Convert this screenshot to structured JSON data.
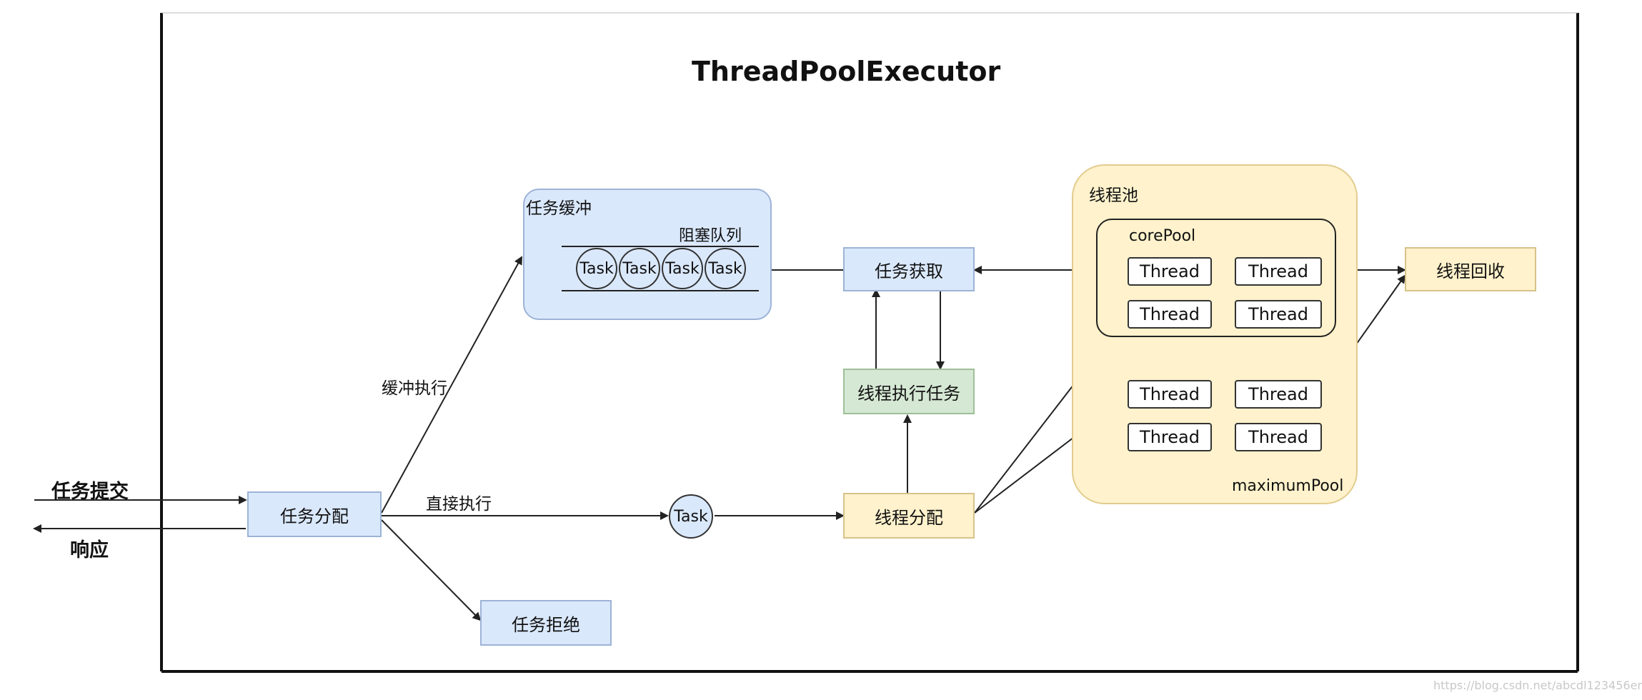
{
  "title": "ThreadPoolExecutor",
  "left": {
    "submit_label": "任务提交",
    "response_label": "响应"
  },
  "nodes": {
    "dispatch": "任务分配",
    "reject": "任务拒绝",
    "buffer_title": "任务缓冲",
    "blocking_queue": "阻塞队列",
    "queue_tasks": [
      "Task",
      "Task",
      "Task",
      "Task"
    ],
    "direct_task": "Task",
    "fetch": "任务获取",
    "execute": "线程执行任务",
    "allocate": "线程分配",
    "recycle": "线程回收",
    "pool_title": "线程池",
    "core_pool": "corePool",
    "maximum_pool": "maximumPool",
    "core_threads": [
      "Thread",
      "Thread",
      "Thread",
      "Thread"
    ],
    "extra_threads": [
      "Thread",
      "Thread",
      "Thread",
      "Thread"
    ]
  },
  "edges": {
    "buffer_exec": "缓冲执行",
    "direct_exec": "直接执行"
  },
  "watermark": "https://blog.csdn.net/abcdl123456er",
  "colors": {
    "blue_fill": "#dae8fc",
    "blue_stroke": "#9db3d6",
    "green_fill": "#d5e8d4",
    "yellow_fill": "#fff2cc",
    "pool_fill": "#fff2cc",
    "line": "#333333"
  }
}
